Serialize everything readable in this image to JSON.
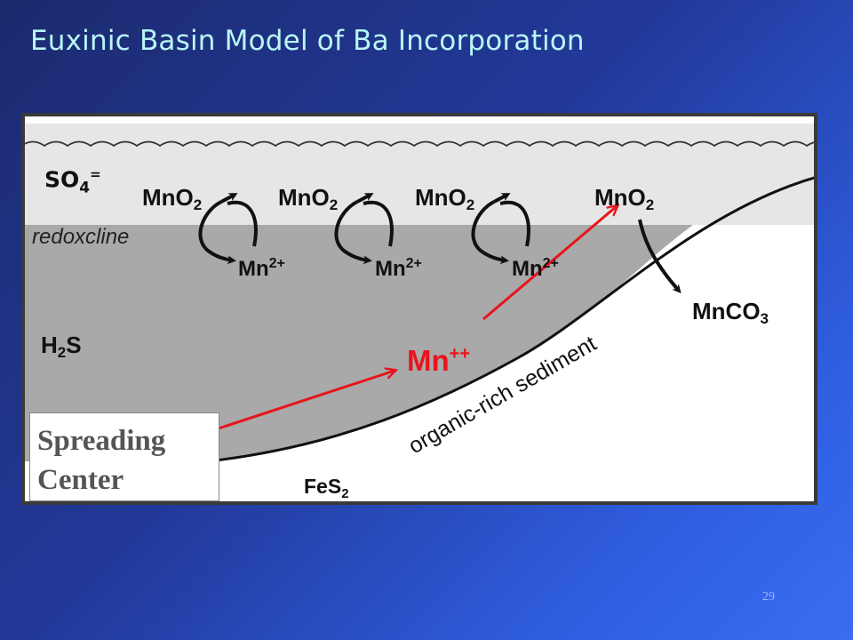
{
  "slide": {
    "title": "Euxinic Basin Model of Ba Incorporation",
    "page_number": "29"
  },
  "diagram": {
    "so4": {
      "base": "SO",
      "sub": "4",
      "sup": "="
    },
    "redoxcline_label": "redoxcline",
    "h2s": {
      "base": "H",
      "sub": "2",
      "rest": "S"
    },
    "mno2_labels": [
      {
        "base": "MnO",
        "sub": "2"
      },
      {
        "base": "MnO",
        "sub": "2"
      },
      {
        "base": "MnO",
        "sub": "2"
      },
      {
        "base": "MnO",
        "sub": "2"
      }
    ],
    "mn2_labels": [
      {
        "base": "Mn",
        "sup": "2+"
      },
      {
        "base": "Mn",
        "sup": "2+"
      },
      {
        "base": "Mn",
        "sup": "2+"
      }
    ],
    "mnco3": {
      "base": "MnCO",
      "sub": "3"
    },
    "mn_plus": {
      "base": "Mn",
      "sup": "++"
    },
    "sediment_label": "organic-rich sediment",
    "fes2": {
      "base": "FeS",
      "sub": "2"
    },
    "spreading_center": [
      "Spreading",
      "Center"
    ],
    "colors": {
      "water_upper": "#e6e6e6",
      "water_anoxic": "#a9a9a9",
      "sediment": "#ffffff",
      "arrow_red": "#e8141c",
      "arrow_black": "#111111"
    }
  }
}
